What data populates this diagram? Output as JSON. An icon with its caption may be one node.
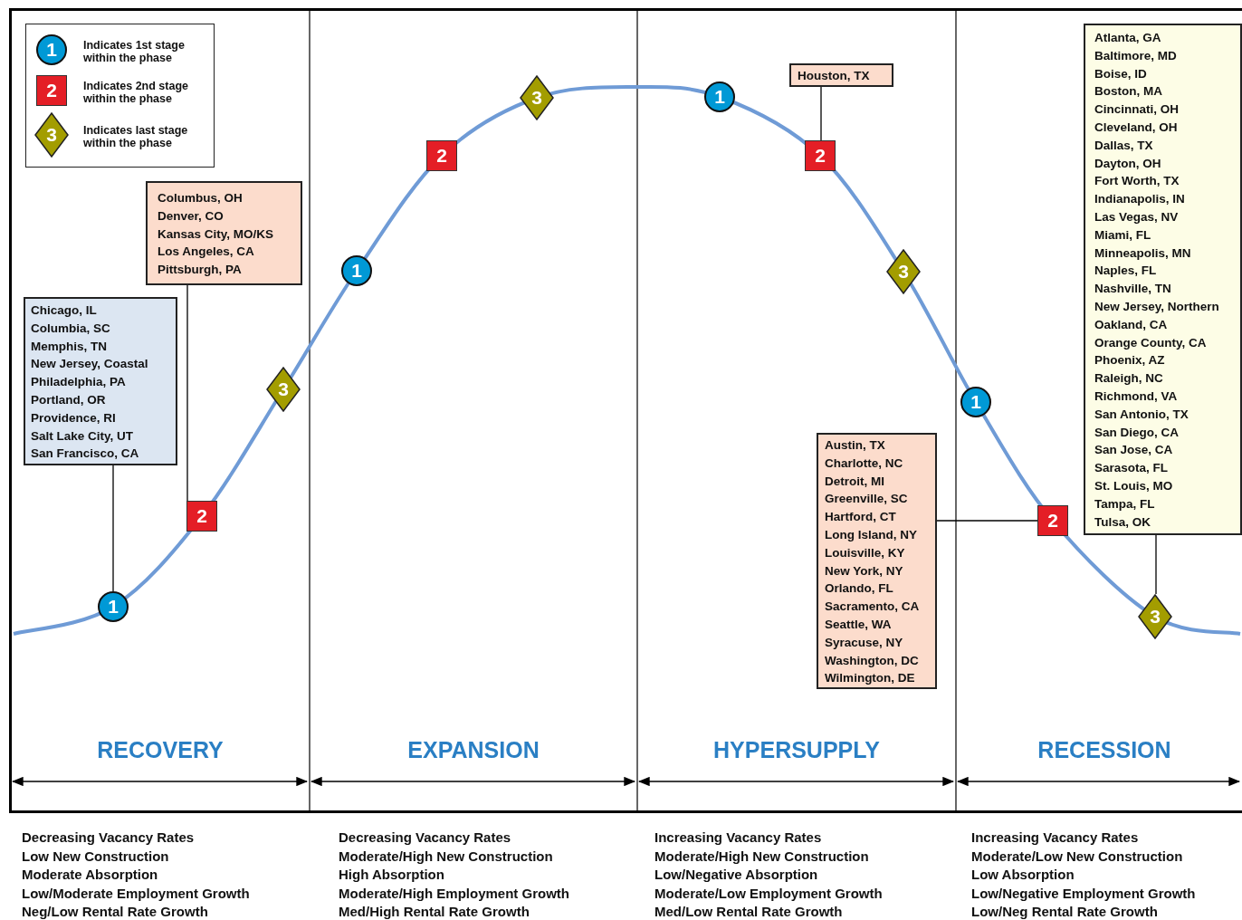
{
  "diagram": {
    "nodes": [
      {
        "text": [
          "Chicago, IL",
          "Columbia, SC",
          "Memphis, TN",
          "New Jersey, Coastal",
          "Philadelphia, PA",
          "Portland, OR",
          "Providence, RI",
          "Salt Lake City, UT",
          "San Francisco, CA"
        ]
      },
      {
        "text": [
          "Columbus, OH",
          "Denver, CO",
          "Kansas City, MO/KS",
          "Los Angeles, CA",
          "Pittsburgh, PA"
        ]
      },
      {
        "text": [
          "Houston, TX"
        ]
      },
      {
        "text": [
          "Austin, TX",
          "Charlotte, NC",
          "Detroit, MI",
          "Greenville, SC",
          "Hartford, CT",
          "Long Island, NY",
          "Louisville, KY",
          "New York, NY",
          "Orlando, FL",
          "Sacramento, CA",
          "Seattle, WA",
          "Syracuse, NY",
          "Washington, DC",
          "Wilmington, DE"
        ]
      },
      {
        "text": [
          "Atlanta, GA",
          "Baltimore, MD",
          "Boise, ID",
          "Boston, MA",
          "Cincinnati, OH",
          "Cleveland, OH",
          "Dallas, TX",
          "Dayton, OH",
          "Fort Worth, TX",
          "Indianapolis, IN",
          "Las Vegas, NV",
          "Miami, FL",
          "Minneapolis, MN",
          "Naples, FL",
          "Nashville, TN",
          "New Jersey, Northern",
          "Oakland, CA",
          "Orange County, CA",
          "Phoenix, AZ",
          "Raleigh, NC",
          "Richmond, VA",
          "San Antonio, TX",
          "San Diego, CA",
          "San Jose, CA",
          "Sarasota, FL",
          "St. Louis, MO",
          "Tampa, FL",
          "Tulsa, OK"
        ]
      },
      {
        "text": [
          "1"
        ]
      },
      {
        "text": [
          "2"
        ]
      },
      {
        "text": [
          "3"
        ]
      },
      {
        "text": [
          "1"
        ]
      },
      {
        "text": [
          "2"
        ]
      },
      {
        "text": [
          "3"
        ]
      },
      {
        "text": [
          "1"
        ]
      },
      {
        "text": [
          "2"
        ]
      },
      {
        "text": [
          "3"
        ]
      },
      {
        "text": [
          "1"
        ]
      },
      {
        "text": [
          "2"
        ]
      },
      {
        "text": [
          "3"
        ]
      },
      {
        "text": [
          "1"
        ]
      },
      {
        "text": [
          "2"
        ]
      },
      {
        "text": [
          "3"
        ]
      }
    ],
    "edges": [
      {
        "from": 0,
        "to": 5,
        "arrow": "none"
      },
      {
        "from": 1,
        "to": 6,
        "arrow": "none"
      },
      {
        "from": 2,
        "to": 12,
        "arrow": "none"
      },
      {
        "from": 3,
        "to": 15,
        "arrow": "none"
      },
      {
        "from": 4,
        "to": 16,
        "arrow": "none"
      }
    ],
    "labels": [
      "RECOVERY",
      "EXPANSION",
      "HYPERSUPPLY",
      "RECESSION",
      "Decreasing Vacancy Rates",
      "Low New Construction",
      "Moderate Absorption",
      "Low/Moderate Employment Growth",
      "Neg/Low Rental Rate Growth",
      "Decreasing Vacancy Rates",
      "Moderate/High New Construction",
      "High Absorption",
      "Moderate/High Employment Growth",
      "Med/High Rental Rate Growth",
      "Increasing Vacancy Rates",
      "Moderate/High New Construction",
      "Low/Negative Absorption",
      "Moderate/Low Employment Growth",
      "Med/Low Rental Rate Growth",
      "Increasing Vacancy Rates",
      "Moderate/Low New Construction",
      "Low Absorption",
      "Low/Negative Employment Growth",
      "Low/Neg Rental Rate Growth"
    ],
    "legend": [
      {
        "text": "Indicates 1st stage within the phase"
      },
      {
        "text": "Indicates 2nd stage within the phase"
      },
      {
        "text": "Indicates last stage within the phase"
      }
    ]
  }
}
